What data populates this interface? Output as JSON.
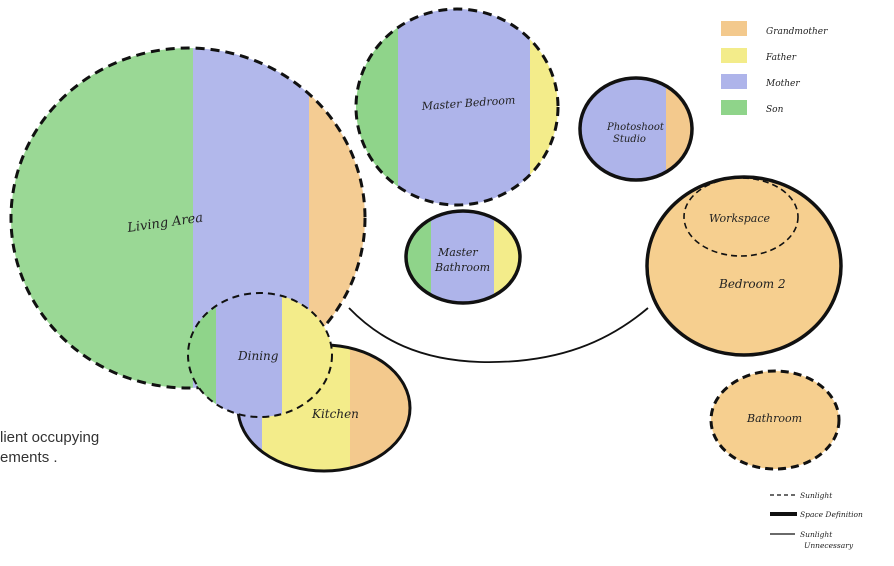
{
  "legend": {
    "items": [
      {
        "label": "Grandmother",
        "color": "#f3c98d"
      },
      {
        "label": "Father",
        "color": "#f3ec8a"
      },
      {
        "label": "Mother",
        "color": "#aeb4ea"
      },
      {
        "label": "Son",
        "color": "#8fd48a"
      }
    ]
  },
  "rooms": {
    "living_area": "Living Area",
    "dining": "Dining",
    "kitchen": "Kitchen",
    "master_bedroom": "Master Bedroom",
    "master_bathroom_line1": "Master",
    "master_bathroom_line2": "Bathroom",
    "photoshoot_line1": "Photoshoot",
    "photoshoot_line2": "Studio",
    "workspace": "Workspace",
    "bedroom2": "Bedroom 2",
    "bathroom": "Bathroom"
  },
  "caption": {
    "line1": "lient occupying",
    "line2": "ements ."
  },
  "line_key": {
    "sunlight": "Sunlight",
    "space_definition": "Space Definition",
    "unnecessary_line1": "Sunlight",
    "unnecessary_line2": "Unnecessary"
  }
}
